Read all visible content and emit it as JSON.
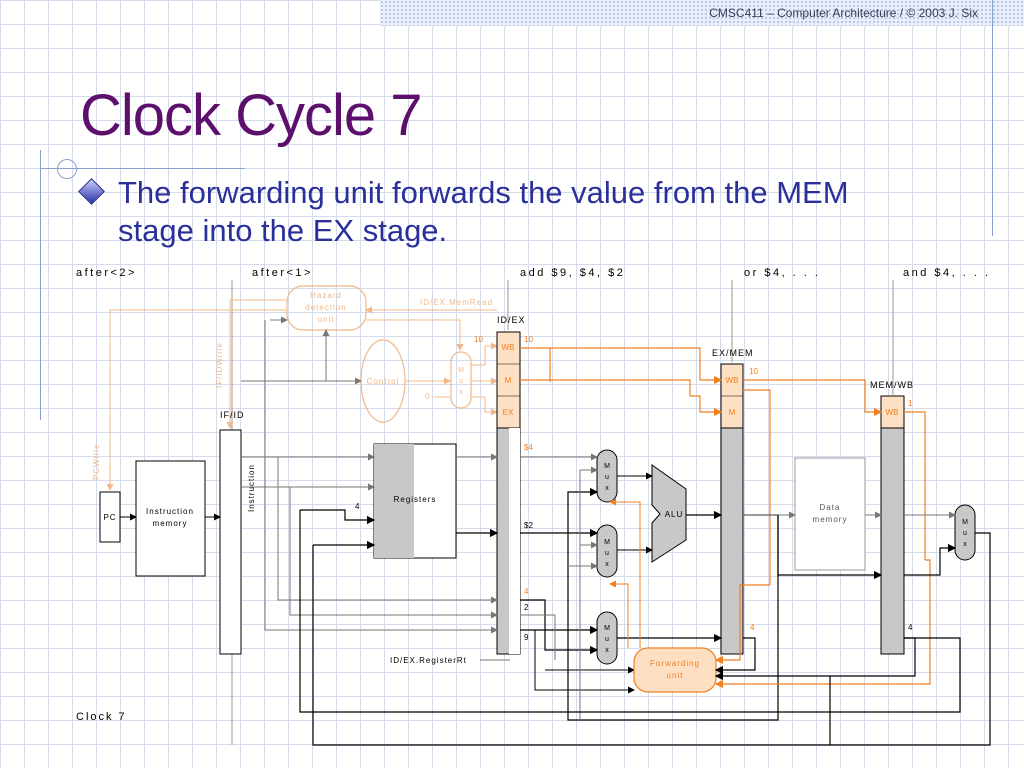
{
  "header": {
    "footer": "CMSC411 – Computer Architecture / © 2003 J. Six"
  },
  "slide": {
    "title": "Clock Cycle 7",
    "bullet": "The forwarding unit forwards the value from the MEM stage into the EX stage."
  },
  "diagram": {
    "stage_instrs": [
      "after<2>",
      "after<1>",
      "add $9, $4, $2",
      "or $4, . . .",
      "and $4, . . ."
    ],
    "hazard_unit": [
      "Hazard",
      "detection",
      "unit"
    ],
    "idex_memread": "ID/EX.MemRead",
    "ifid_write": "IF/IDWrite",
    "pc_write": "PCWrite",
    "control": "Control",
    "mux_letters": [
      "M",
      "u",
      "x"
    ],
    "zero": "0",
    "reg_labels": [
      "IF/ID",
      "ID/EX",
      "EX/MEM",
      "MEM/WB"
    ],
    "ctrl_fields": [
      "WB",
      "M",
      "EX"
    ],
    "ctrl_values": {
      "idex_in": "10",
      "idex_out": "10",
      "exmem": "10",
      "memwb": "1"
    },
    "pc": "PC",
    "instruction_memory": [
      "Instruction",
      "memory"
    ],
    "instruction": "Instruction",
    "registers": "Registers",
    "data_memory": [
      "Data",
      "memory"
    ],
    "alu": "ALU",
    "forwarding_unit": [
      "Forwarding",
      "unit"
    ],
    "idex_registerrt": "ID/EX.RegisterRt",
    "values": {
      "rs": "$4",
      "rt": "$2",
      "four_in": "4",
      "four_idex": "4",
      "two": "2",
      "nine": "9",
      "four_exmem": "4",
      "four_memwb": "4"
    },
    "clock": "Clock 7"
  },
  "colors": {
    "title": "#5c0f6b",
    "bullet": "#2a2f9a",
    "forward": "#f08020",
    "faded": "#f0b888",
    "reg_fill": "#c8c8c8"
  }
}
